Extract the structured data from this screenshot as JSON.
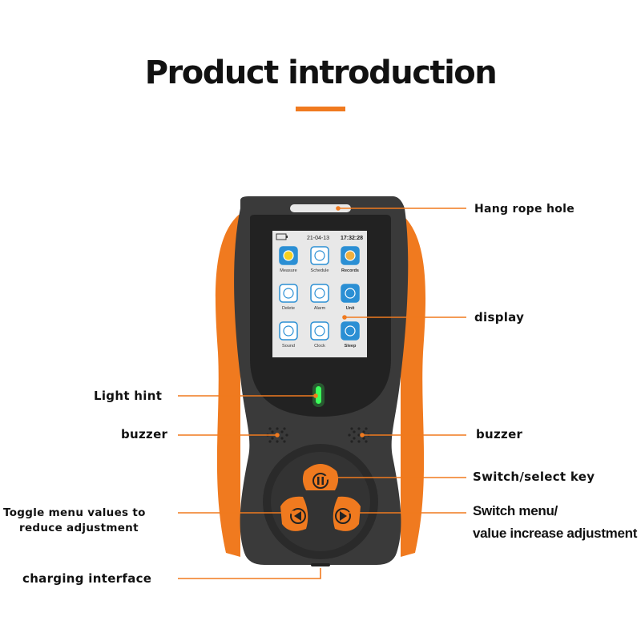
{
  "title": "Product introduction",
  "colors": {
    "accent": "#f07a1f",
    "body": "#3a3a3a",
    "screen": "#e8e8e8",
    "icon": "#2b8fd4",
    "led": "#3dff5a"
  },
  "screen": {
    "date": "21-04-13",
    "time": "17:32:28",
    "menu": [
      {
        "label": "Measure",
        "icon": "radiation-icon"
      },
      {
        "label": "Schedule",
        "icon": "clock-icon"
      },
      {
        "label": "Records",
        "icon": "records-icon"
      },
      {
        "label": "Delete",
        "icon": "delete-icon"
      },
      {
        "label": "Alarm",
        "icon": "alarm-icon"
      },
      {
        "label": "Unit",
        "icon": "unit-icon"
      },
      {
        "label": "Sound",
        "icon": "speaker-icon"
      },
      {
        "label": "Clock",
        "icon": "clock-icon"
      },
      {
        "label": "Sleep",
        "icon": "moon-icon"
      }
    ]
  },
  "labels": {
    "hang_rope_hole": "Hang rope hole",
    "display": "display",
    "light_hint": "Light hint",
    "buzzer_left": "buzzer",
    "buzzer_right": "buzzer",
    "switch_select": "Switch/select key",
    "toggle_line1": "Toggle menu values to",
    "toggle_line2": "reduce adjustment",
    "switch_menu_line1": "Switch menu/",
    "switch_menu_line2": "value increase adjustment",
    "charging": "charging interface"
  }
}
